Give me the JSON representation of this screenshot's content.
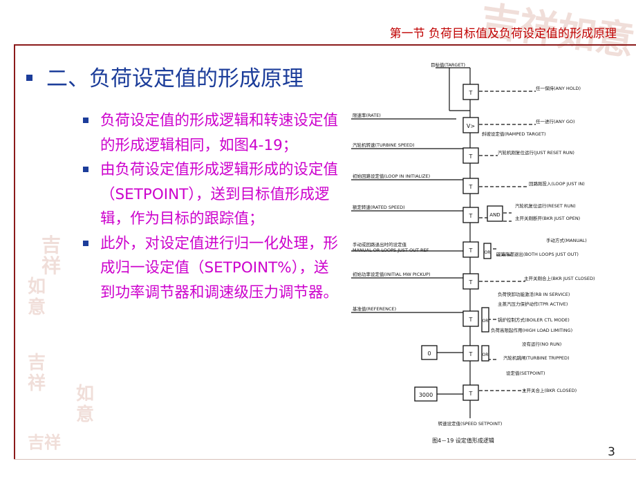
{
  "header": {
    "title": "第一节 负荷目标值及负荷设定值的形成原理"
  },
  "heading": "二、负荷设定值的形成原理",
  "bullets": [
    "负荷设定值的形成逻辑和转速设定值的形成逻辑相同，如图4-19；",
    "由负荷设定值形成逻辑形成的设定值（SETPOINT），送到目标值形成逻辑，作为目标的跟踪值；",
    "此外，对设定值进行归一化处理，形成归一设定值（SETPOINT%），送到功率调节器和调速级压力调节器。"
  ],
  "page_number": "3",
  "diagram": {
    "top_label": "目标值(TARGET)",
    "left_labels": [
      "限速率(RATE)",
      "汽轮机转速(TURBINE SPEED)",
      "初始回路设定值(LOOP IN INITIALIZE)",
      "额定转速(RATED SPEED)",
      "手动或回路退出时的设定值",
      "MANUAL OR LOOPS JUST OUT REF",
      "初始功率设定值(INITIAL MW PICKUP)",
      "基准值(REFERENCE)"
    ],
    "right_labels": [
      "任一保持(ANY HOLD)",
      "任一进行(ANY GO)",
      "斜坡设定值(RAMPED TARGET)",
      "汽轮机刚复位运行(JUST RESET RUN)",
      "回路刚投入(LOOP JUST IN)",
      "汽轮机复位运行(RESET RUN)",
      "主开关刚断开(BKR JUST OPEN)",
      "手动方式(MANUAL)",
      "回路刚都退出(BOTH LOOPS JUST OUT)",
      "主开关刚合上(BKR JUST CLOSED)",
      "负荷快卸功能激活(RB IN SERVICE)",
      "主蒸汽压力保护动作(TPR ACTIVE)",
      "锅炉控制方式(BOILER CTL MODE)",
      "负荷高限起作用(HIGH LOAD LIMITING)",
      "没有运行(NO RUN)",
      "汽轮机跳闸(TURBINE TRIPPED)",
      "设定值(SETPOINT)",
      "主开关合上(BKR CLOSED)"
    ],
    "block_T": "T",
    "block_V": "V>",
    "gate_and": "AND",
    "gate_or": "OR",
    "const_zero": "0",
    "const_3000": "3000",
    "bottom_label": "转速设定值(SPEED SETPOINT)",
    "caption": "图4－19  设定值形成逻辑"
  }
}
